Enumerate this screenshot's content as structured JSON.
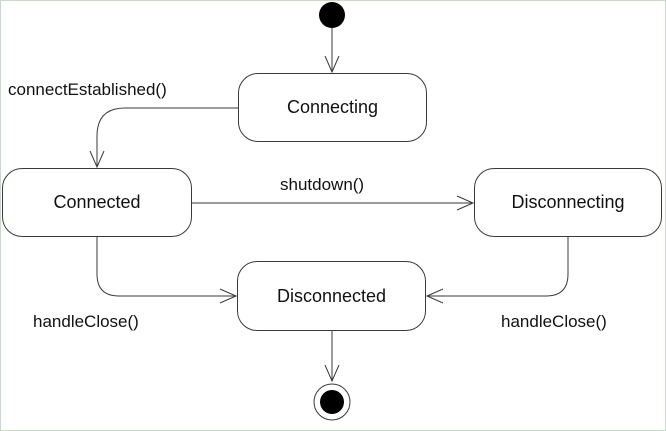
{
  "states": {
    "connecting": "Connecting",
    "connected": "Connected",
    "disconnecting": "Disconnecting",
    "disconnected": "Disconnected"
  },
  "transitions": {
    "connect_established": "connectEstablished()",
    "shutdown": "shutdown()",
    "handle_close_left": "handleClose()",
    "handle_close_right": "handleClose()"
  },
  "colors": {
    "stroke": "#3a3a3a",
    "node_fill": "#000000",
    "page_background": "#ffffff"
  }
}
